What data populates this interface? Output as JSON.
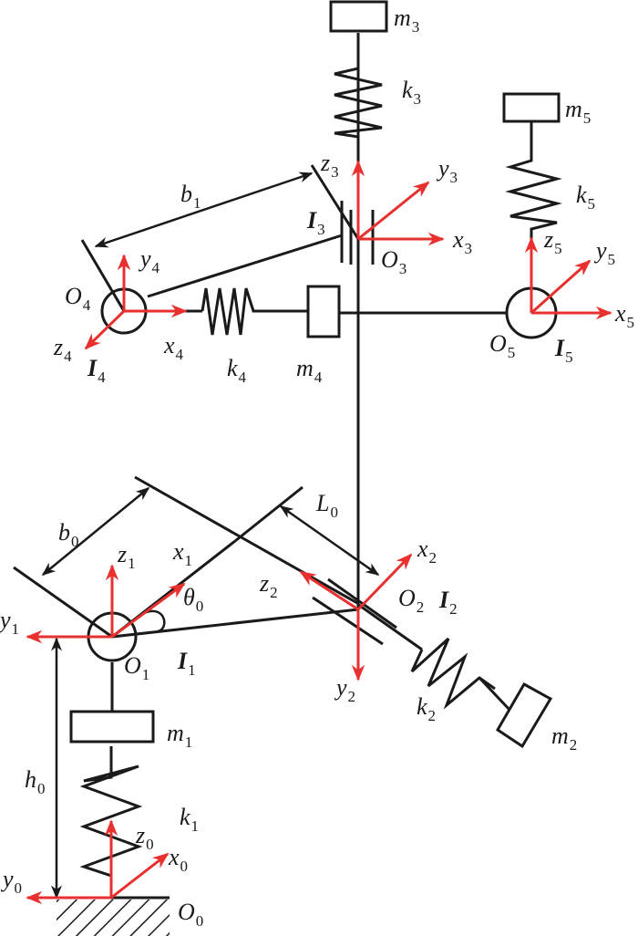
{
  "figure": {
    "type": "multibody spring-mass mechanism schematic",
    "colors": {
      "link": "#1a1a1a",
      "frame_axes": "#e8302f",
      "background": "#ffffff"
    }
  },
  "labels": {
    "m1": {
      "main": "m",
      "sub": "1"
    },
    "m2": {
      "main": "m",
      "sub": "2"
    },
    "m3": {
      "main": "m",
      "sub": "3"
    },
    "m4": {
      "main": "m",
      "sub": "4"
    },
    "m5": {
      "main": "m",
      "sub": "5"
    },
    "k1": {
      "main": "k",
      "sub": "1"
    },
    "k2": {
      "main": "k",
      "sub": "2"
    },
    "k3": {
      "main": "k",
      "sub": "3"
    },
    "k4": {
      "main": "k",
      "sub": "4"
    },
    "k5": {
      "main": "k",
      "sub": "5"
    },
    "I1": {
      "main": "I",
      "sub": "1"
    },
    "I2": {
      "main": "I",
      "sub": "2"
    },
    "I3": {
      "main": "I",
      "sub": "3"
    },
    "I4": {
      "main": "I",
      "sub": "4"
    },
    "I5": {
      "main": "I",
      "sub": "5"
    },
    "O0": {
      "main": "O",
      "sub": "0"
    },
    "O1": {
      "main": "O",
      "sub": "1"
    },
    "O2": {
      "main": "O",
      "sub": "2"
    },
    "O3": {
      "main": "O",
      "sub": "3"
    },
    "O4": {
      "main": "O",
      "sub": "4"
    },
    "O5": {
      "main": "O",
      "sub": "5"
    },
    "x0": {
      "main": "x",
      "sub": "0"
    },
    "y0": {
      "main": "y",
      "sub": "0"
    },
    "z0": {
      "main": "z",
      "sub": "0"
    },
    "x1": {
      "main": "x",
      "sub": "1"
    },
    "y1": {
      "main": "y",
      "sub": "1"
    },
    "z1": {
      "main": "z",
      "sub": "1"
    },
    "x2": {
      "main": "x",
      "sub": "2"
    },
    "y2": {
      "main": "y",
      "sub": "2"
    },
    "z2": {
      "main": "z",
      "sub": "2"
    },
    "x3": {
      "main": "x",
      "sub": "3"
    },
    "y3": {
      "main": "y",
      "sub": "3"
    },
    "z3": {
      "main": "z",
      "sub": "3"
    },
    "x4": {
      "main": "x",
      "sub": "4"
    },
    "y4": {
      "main": "y",
      "sub": "4"
    },
    "z4": {
      "main": "z",
      "sub": "4"
    },
    "x5": {
      "main": "x",
      "sub": "5"
    },
    "y5": {
      "main": "y",
      "sub": "5"
    },
    "z5": {
      "main": "z",
      "sub": "5"
    },
    "b0": {
      "main": "b",
      "sub": "0"
    },
    "b1": {
      "main": "b",
      "sub": "1"
    },
    "L0": {
      "main": "L",
      "sub": "0"
    },
    "h0": {
      "main": "h",
      "sub": "0"
    },
    "theta0": {
      "main": "θ",
      "sub": "0"
    }
  }
}
